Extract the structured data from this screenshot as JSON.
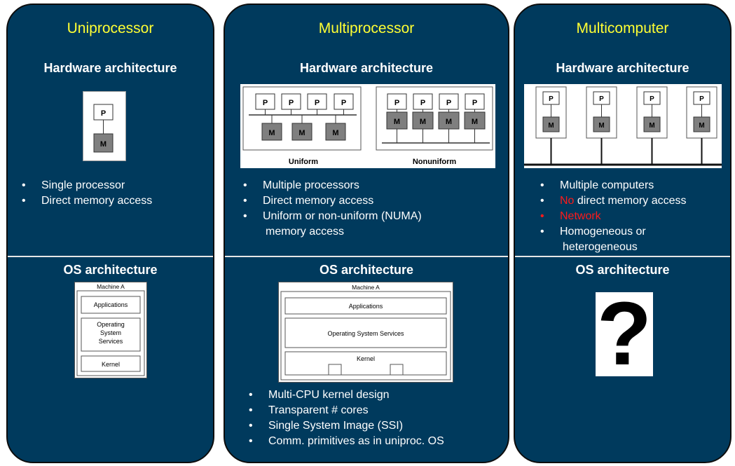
{
  "uniprocessor": {
    "title": "Uniprocessor",
    "hw_heading": "Hardware architecture",
    "hw_diagram": {
      "processor": "P",
      "memory": "M"
    },
    "bullets": [
      "Single processor",
      "Direct memory access"
    ],
    "os_heading": "OS architecture",
    "os_diagram": {
      "machine": "Machine A",
      "applications": "Applications",
      "services": [
        "Operating",
        "System",
        "Services"
      ],
      "kernel": "Kernel"
    }
  },
  "multiprocessor": {
    "title": "Multiprocessor",
    "hw_heading": "Hardware architecture",
    "hw_diagram": {
      "processor": "P",
      "memory": "M",
      "uniform_label": "Uniform",
      "nonuniform_label": "Nonuniform"
    },
    "bullets": [
      "Multiple processors",
      "Direct memory access",
      "Uniform or non-uniform (NUMA)"
    ],
    "bullets_continuation": "memory access",
    "os_heading": "OS architecture",
    "os_diagram": {
      "machine": "Machine A",
      "applications": "Applications",
      "services": "Operating System Services",
      "kernel": "Kernel"
    },
    "os_bullets": [
      "Multi-CPU kernel design",
      "Transparent # cores",
      "Single System Image (SSI)",
      "Comm. primitives as in uniproc. OS"
    ]
  },
  "multicomputer": {
    "title": "Multicomputer",
    "hw_heading": "Hardware architecture",
    "hw_diagram": {
      "processor": "P",
      "memory": "M"
    },
    "bullet1": "Multiple computers",
    "bullet2_red": "No",
    "bullet2_rest": " direct memory access",
    "bullet3_red": "Network",
    "bullet4": "Homogeneous or",
    "bullet4_cont": "heterogeneous",
    "os_heading": "OS architecture",
    "question_mark": "?"
  },
  "colors": {
    "panel": "#003a5d",
    "title": "#ffff33",
    "highlight": "#ff1a1a",
    "memory_box": "#7f7f7f"
  }
}
